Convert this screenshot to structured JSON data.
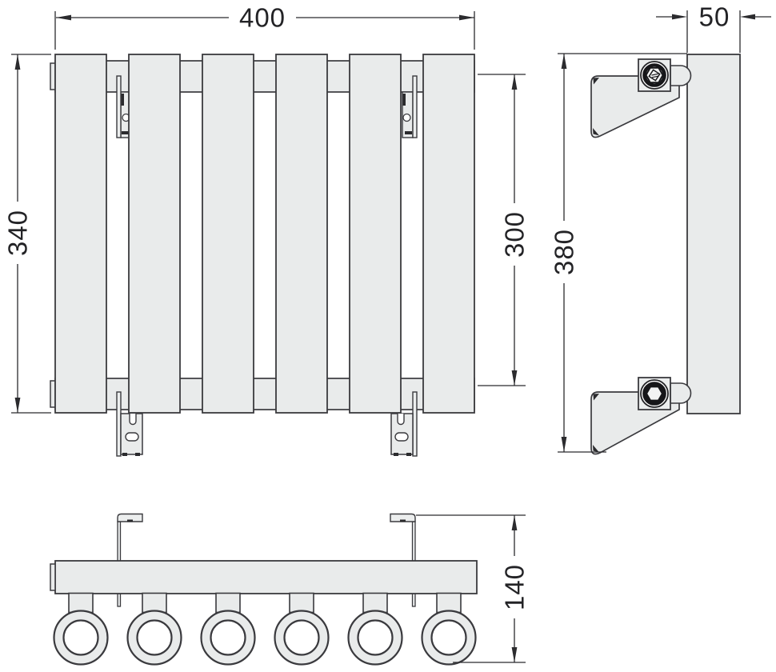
{
  "colors": {
    "background": "#ffffff",
    "outline": "#3a3a3e",
    "fill": "#e9ebeb",
    "dimension_line": "#2b2b2e",
    "accent_dark": "#161619"
  },
  "dimensions": {
    "front_width": "400",
    "front_height": "340",
    "connection_spacing": "300",
    "side_depth": "50",
    "side_height": "380",
    "plan_depth": "140"
  },
  "counts": {
    "front_panels": 6,
    "plan_tubes": 6,
    "wall_brackets": 2
  }
}
